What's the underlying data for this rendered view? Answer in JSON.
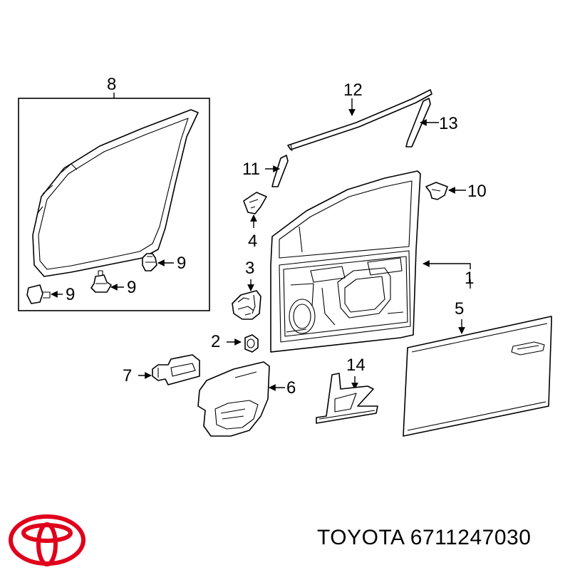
{
  "callouts": {
    "c1": "1",
    "c2": "2",
    "c3": "3",
    "c4": "4",
    "c5": "5",
    "c6": "6",
    "c7": "7",
    "c8": "8",
    "c9a": "9",
    "c9b": "9",
    "c9c": "9",
    "c10": "10",
    "c11": "11",
    "c12": "12",
    "c13": "13",
    "c14": "14"
  },
  "caption": {
    "brand": "TOYOTA",
    "part_number": "6711247030"
  },
  "colors": {
    "logo_red": "#e0001b",
    "line": "#000000",
    "background": "#ffffff"
  },
  "logo": {
    "icon": "toyota-logo-icon"
  }
}
